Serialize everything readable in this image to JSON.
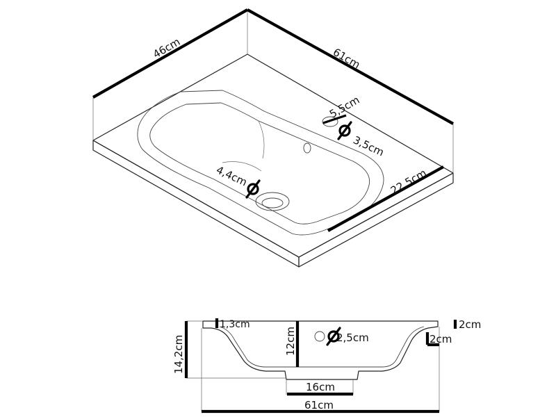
{
  "top_view": {
    "depth_label": "46cm",
    "width_label": "61cm",
    "tap_hole_offset_label": "5,5cm",
    "tap_hole_diameter_label": "3,5cm",
    "drain_diameter_label": "4,4cm",
    "basin_edge_label": "22,5cm"
  },
  "section_view": {
    "rim_thickness_label": "1,3cm",
    "total_height_label": "14,2cm",
    "basin_depth_label": "12cm",
    "overflow_diameter_label": "2,5cm",
    "edge_height_label": "2cm",
    "edge_drop_label": "2cm",
    "drain_width_label": "16cm",
    "total_width_label": "61cm"
  },
  "colors": {
    "outline": "#222222",
    "dimension_lines": "#000000",
    "background": "#ffffff"
  }
}
